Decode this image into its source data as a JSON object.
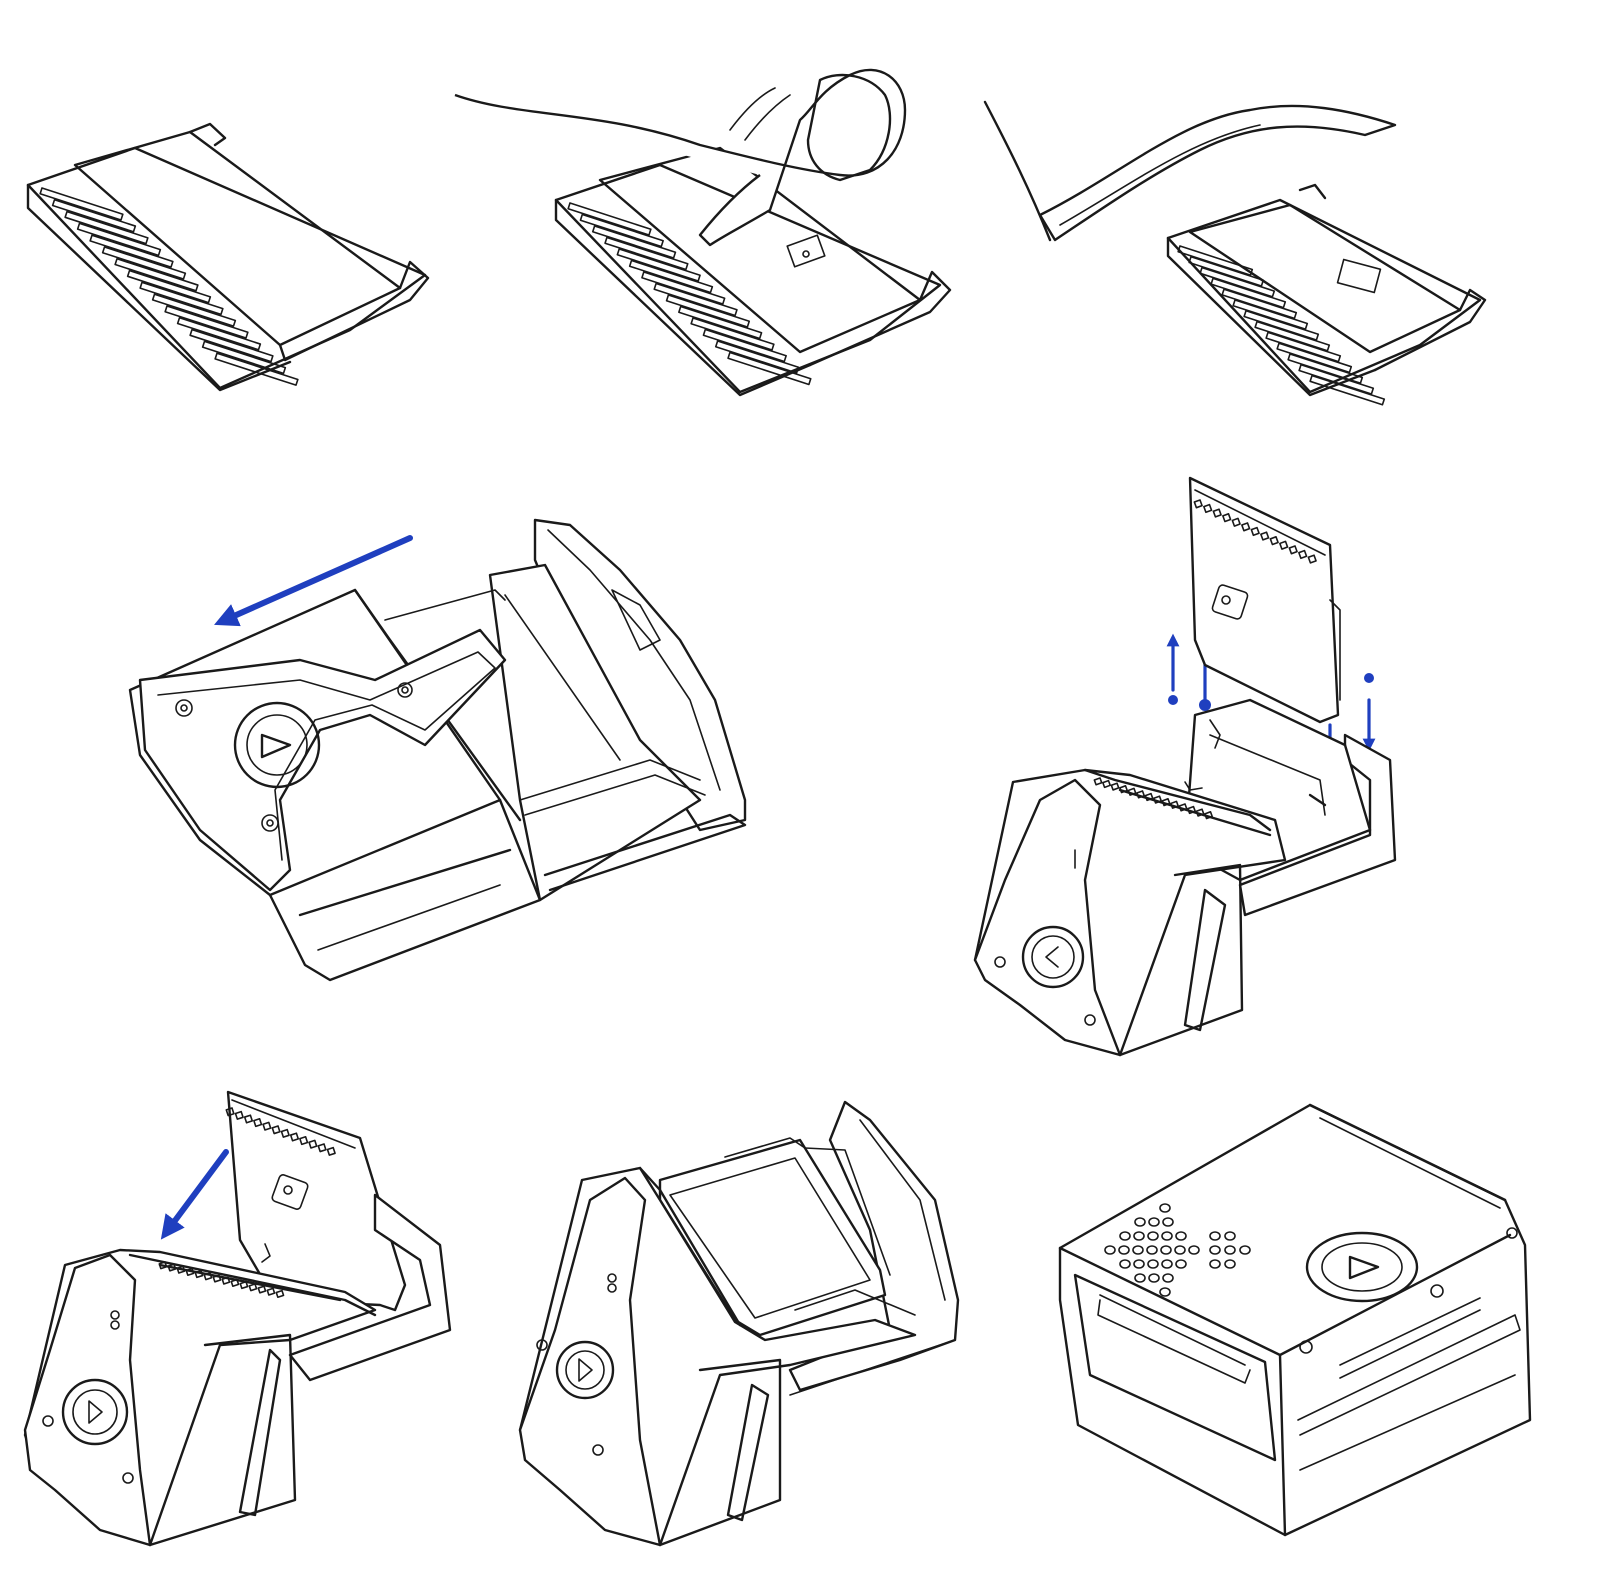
{
  "illustration": {
    "kind": "step-by-step assembly line drawing",
    "layout": "3x3 grid",
    "line_color": "#1a1a1a",
    "accent_color": "#1f3fbf",
    "background": "#ffffff",
    "steps": [
      {
        "name": "cartridge-flat"
      },
      {
        "name": "finger-peel-film"
      },
      {
        "name": "film-removed"
      },
      {
        "name": "slide-tray-into-device"
      },
      {
        "name": "lift-and-lower-cartridge"
      },
      {
        "name": "insert-cartridge-angled"
      },
      {
        "name": "cartridge-seated"
      },
      {
        "name": "close-device"
      },
      {
        "name": "device-closed"
      }
    ]
  }
}
